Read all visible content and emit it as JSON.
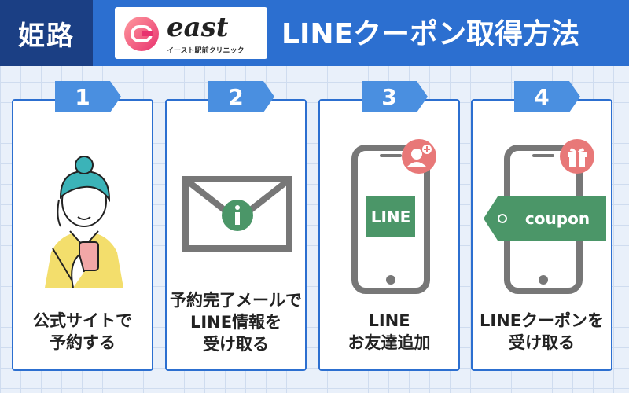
{
  "header": {
    "area": "姫路",
    "logo_name": "east",
    "logo_sub": "イースト駅前クリニック",
    "title": "LINEクーポン取得方法"
  },
  "steps": [
    {
      "number": "1",
      "lines": [
        "公式サイトで",
        "予約する"
      ]
    },
    {
      "number": "2",
      "lines": [
        "予約完了メールで",
        "LINE情報を",
        "受け取る"
      ]
    },
    {
      "number": "3",
      "lines": [
        "LINE",
        "お友達追加"
      ],
      "screen_text": "LINE"
    },
    {
      "number": "4",
      "lines": [
        "LINEクーポンを",
        "受け取る"
      ],
      "coupon_text": "coupon"
    }
  ],
  "colors": {
    "brand_blue": "#2c6fd0",
    "navy": "#1b3f84",
    "badge_blue": "#4a8fe0",
    "green": "#4b9668",
    "pink": "#e87878",
    "phone_gray": "#777777"
  }
}
